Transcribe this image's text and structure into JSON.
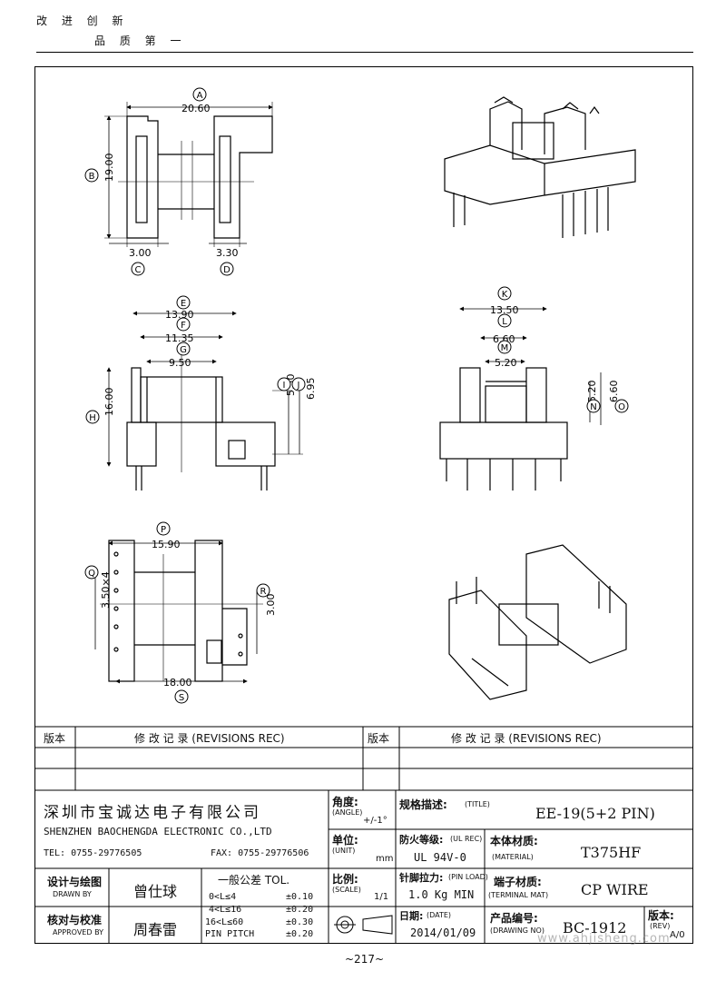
{
  "slogan": {
    "line1": "改 进 创 新",
    "line2": "品 质 第 一"
  },
  "dimensions": {
    "A": "20.60",
    "B": "19.00",
    "C": "3.00",
    "D": "3.30",
    "E": "13.90",
    "F": "11.35",
    "G": "9.50",
    "H": "16.00",
    "I": "5.50",
    "J": "6.95",
    "K": "13.50",
    "L": "6.60",
    "M": "5.20",
    "N": "5.20",
    "O": "6.60",
    "P": "15.90",
    "Q": "3.50×4",
    "R": "3.00",
    "S": "18.00"
  },
  "revisions": {
    "ver_label": "版本",
    "title_label": "修 改 记 录  (REVISIONS REC)"
  },
  "company": {
    "name_cn": "深圳市宝诚达电子有限公司",
    "name_en": "SHENZHEN BAOCHENGDA ELECTRONIC CO.,LTD",
    "tel": "TEL: 0755-29776505",
    "fax": "FAX: 0755-29776506"
  },
  "drawn_by": {
    "label_cn": "设计与绘图",
    "label_en": "DRAWN BY",
    "name": "曾仕球"
  },
  "approved_by": {
    "label_cn": "核对与校准",
    "label_en": "APPROVED BY",
    "name": "周春雷"
  },
  "tolerance": {
    "title": "一般公差 TOL.",
    "rows": [
      {
        "range": "0<L≤4",
        "value": "±0.10"
      },
      {
        "range": "4<L≤16",
        "value": "±0.20"
      },
      {
        "range": "16<L≤60",
        "value": "±0.30"
      },
      {
        "range": "PIN PITCH",
        "value": "±0.20"
      }
    ]
  },
  "angle": {
    "label_cn": "角度:",
    "label_en": "(ANGLE)",
    "value": "+/-1°"
  },
  "unit": {
    "label_cn": "单位:",
    "label_en": "(UNIT)",
    "value": "mm"
  },
  "scale": {
    "label_cn": "比例:",
    "label_en": "(SCALE)",
    "value": "1/1"
  },
  "title_block": {
    "label_cn": "规格描述:",
    "label_en": "(TITLE)",
    "value": "EE-19(5+2 PIN)"
  },
  "flame": {
    "label_cn": "防火等级:",
    "label_en": "(UL REC)",
    "value": "UL 94V-0"
  },
  "material": {
    "label_cn": "本体材质:",
    "label_en": "(MATERIAL)",
    "value": "T375HF"
  },
  "pin_load": {
    "label_cn": "针脚拉力:",
    "label_en": "(PIN LOAD)",
    "value": "1.0 Kg MIN"
  },
  "terminal": {
    "label_cn": "端子材质:",
    "label_en": "(TERMINAL MAT)",
    "value": "CP WIRE"
  },
  "date": {
    "label_cn": "日期:",
    "label_en": "(DATE)",
    "value": "2014/01/09"
  },
  "drawing_no": {
    "label_cn": "产品编号:",
    "label_en": "(DRAWING NO)",
    "value": "BC-1912"
  },
  "rev": {
    "label_cn": "版本:",
    "label_en": "(REV)",
    "value": "A/0"
  },
  "watermark": "www.ahjisheng.com",
  "page_number": "~217~"
}
